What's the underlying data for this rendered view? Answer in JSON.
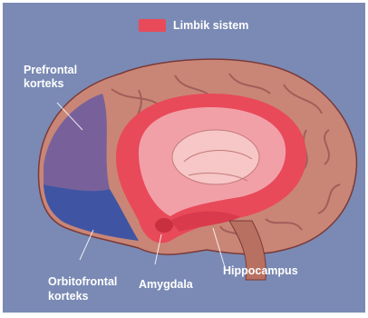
{
  "legend": {
    "label": "Limbik sistem",
    "swatch_color": "#e84a5a"
  },
  "labels": {
    "prefrontal_line1": "Prefrontal",
    "prefrontal_line2": "korteks",
    "orbitofrontal_line1": "Orbitofrontal",
    "orbitofrontal_line2": "korteks",
    "amygdala": "Amygdala",
    "hippocampus": "Hippocampus"
  },
  "colors": {
    "background": "#7a8ab4",
    "cortex": "#c98677",
    "limbic": "#e84a5a",
    "prefrontal_region": "#6a5aa0",
    "orbitofrontal_region": "#3050a8"
  }
}
